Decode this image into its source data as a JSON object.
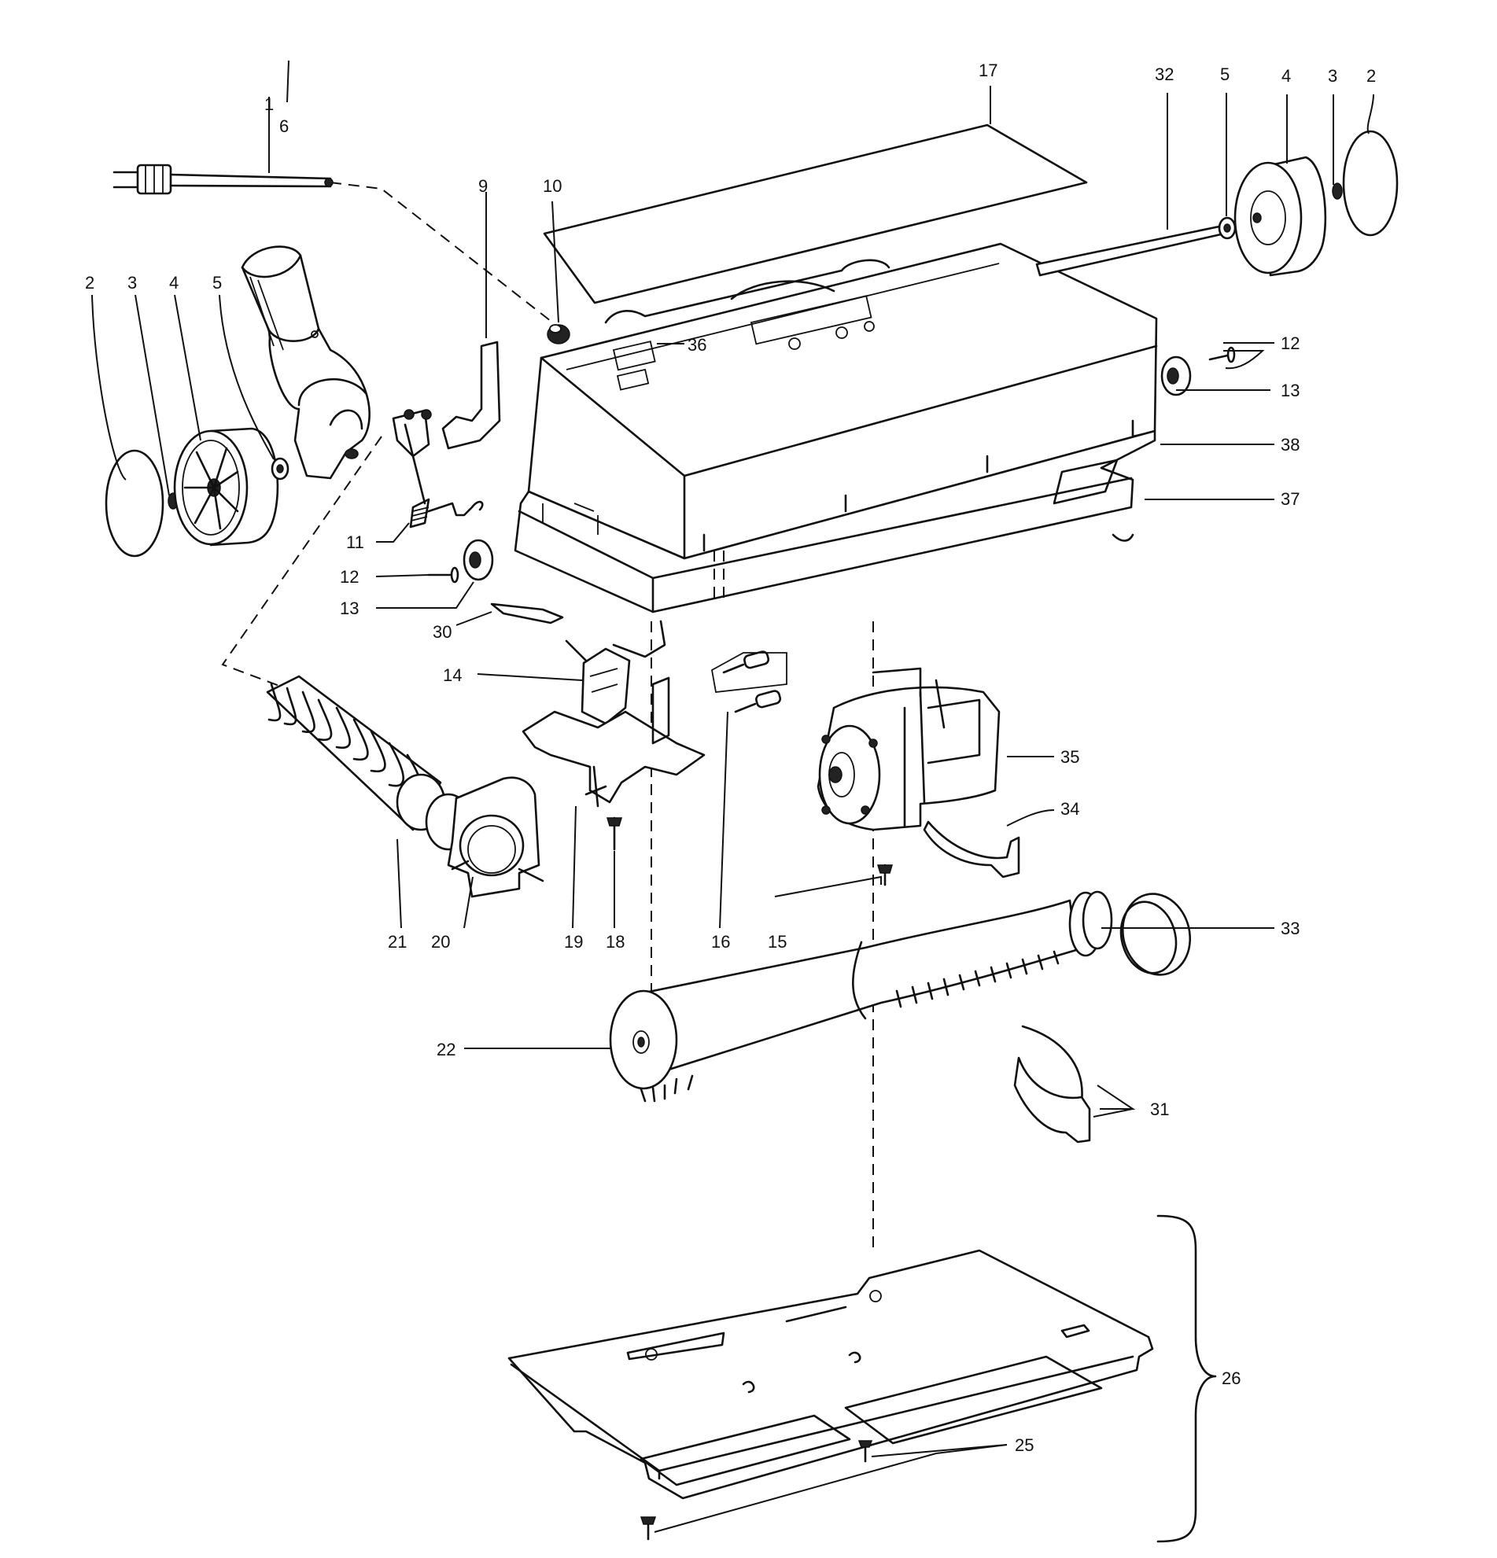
{
  "labels": {
    "p1": "1",
    "p2L": "2",
    "p3L": "3",
    "p4L": "4",
    "p5L": "5",
    "p6": "6",
    "p9": "9",
    "p10": "10",
    "p11": "11",
    "p12L": "12",
    "p13L": "13",
    "p14": "14",
    "p15": "15",
    "p16": "16",
    "p17": "17",
    "p18": "18",
    "p19": "19",
    "p20": "20",
    "p21": "21",
    "p22": "22",
    "p25": "25",
    "p26": "26",
    "p30": "30",
    "p31": "31",
    "p32": "32",
    "p33": "33",
    "p34": "34",
    "p35": "35",
    "p36": "36",
    "p37": "37",
    "p38": "38",
    "p2R": "2",
    "p3R": "3",
    "p4R": "4",
    "p5R": "5",
    "p12R": "12",
    "p13R": "13"
  }
}
